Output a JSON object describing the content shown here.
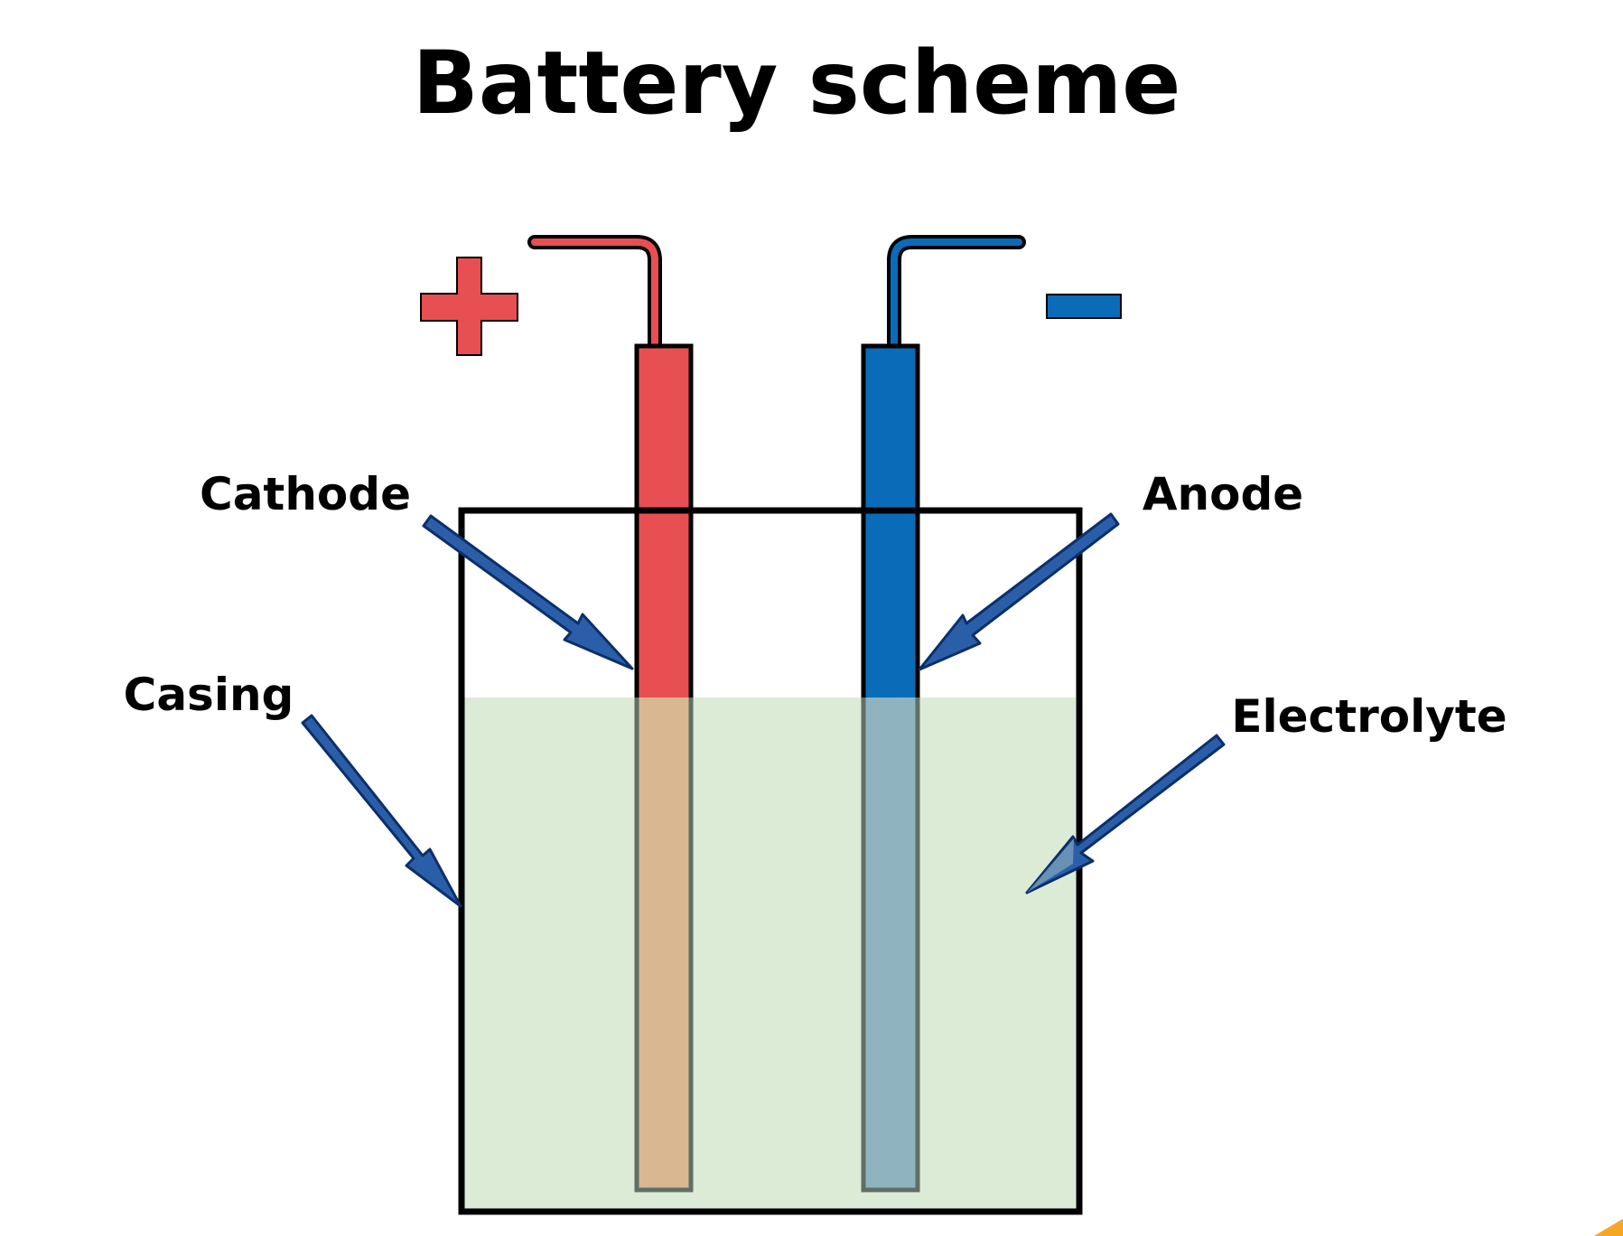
{
  "title": "Battery scheme",
  "labels": {
    "cathode": "Cathode",
    "anode": "Anode",
    "casing": "Casing",
    "electrolyte": "Electrolyte"
  },
  "symbols": {
    "positive": "+",
    "negative": "−"
  },
  "colors": {
    "cathode": "#e84f52",
    "anode": "#0a6cb8",
    "electrolyte": "#dcebd6",
    "cathode_submerged": "#d9b791",
    "anode_submerged": "#8fb4c0",
    "arrow": "#2b5ea8",
    "outline": "#000000"
  }
}
